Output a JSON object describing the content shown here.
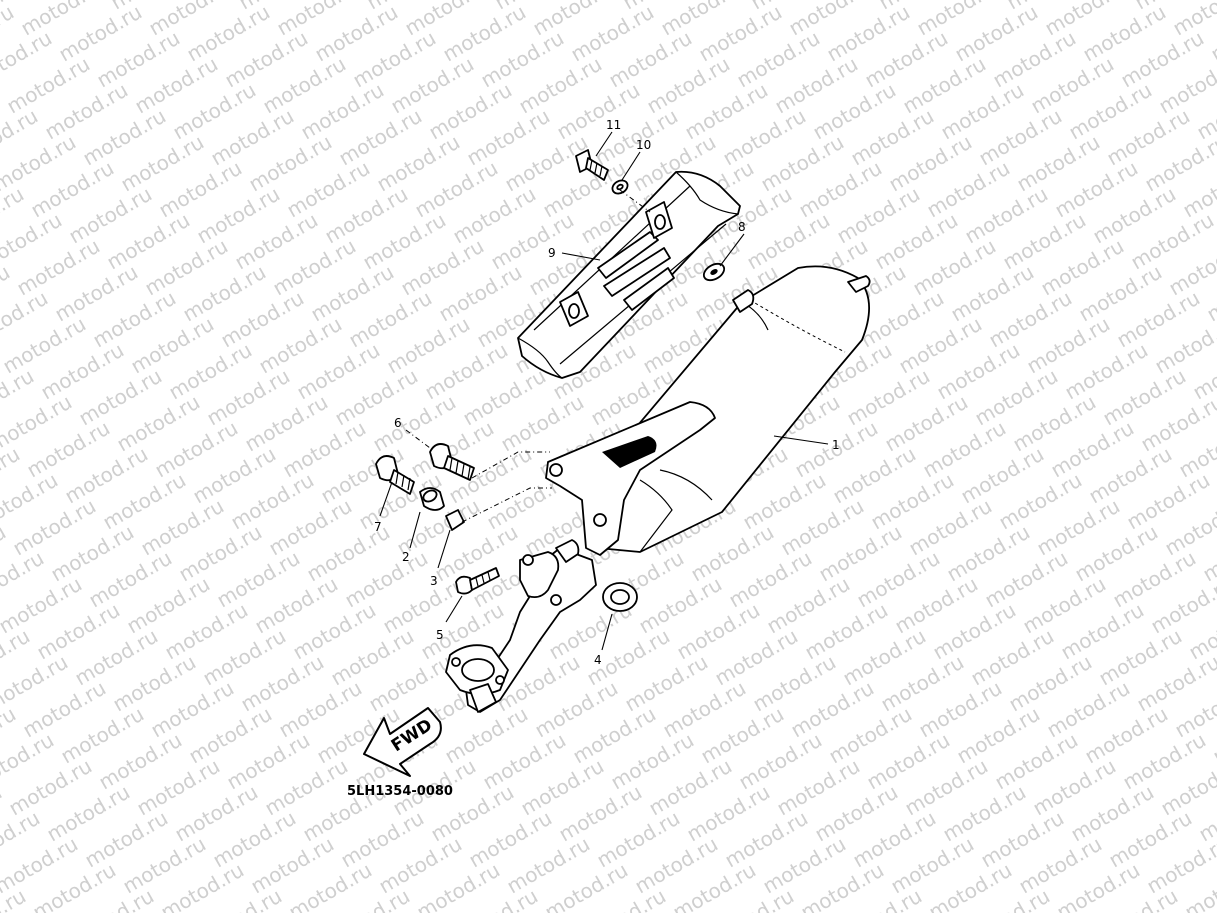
{
  "watermark": {
    "text": "motod.ru"
  },
  "diagram": {
    "drawing_code": "5LH1354-0080",
    "direction_label": "FWD",
    "callouts": [
      {
        "id": "1",
        "part": "muffler"
      },
      {
        "id": "2",
        "part": "collar"
      },
      {
        "id": "3",
        "part": "dowel-pin"
      },
      {
        "id": "4",
        "part": "gasket"
      },
      {
        "id": "5",
        "part": "flange-bolt"
      },
      {
        "id": "6",
        "part": "flange-bolt"
      },
      {
        "id": "7",
        "part": "bolt"
      },
      {
        "id": "8",
        "part": "washer"
      },
      {
        "id": "9",
        "part": "heat-protector"
      },
      {
        "id": "10",
        "part": "washer"
      },
      {
        "id": "11",
        "part": "screw"
      }
    ]
  },
  "colors": {
    "ink": "#000000",
    "watermark": "#cfcfcf",
    "background": "#ffffff"
  }
}
